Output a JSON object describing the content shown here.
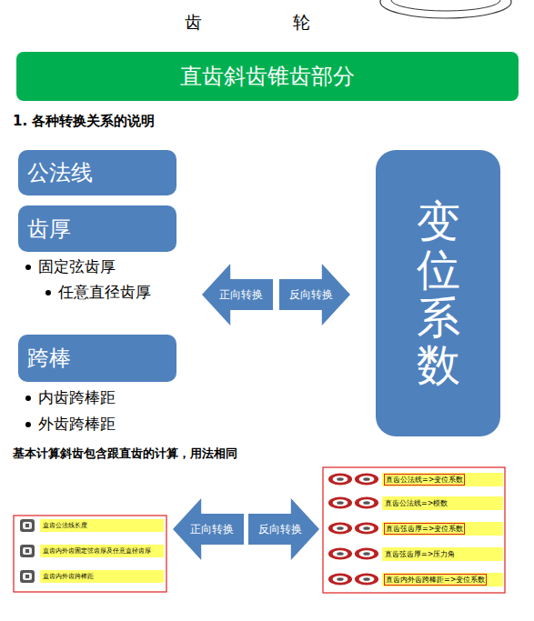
{
  "diagram": {
    "nodes": [
      {
        "text": [
          "直齿斜齿锥齿部分"
        ]
      },
      {
        "text": [
          "公法线"
        ]
      },
      {
        "text": [
          "齿厚"
        ]
      },
      {
        "text": [
          "跨棒"
        ]
      },
      {
        "text": [
          "正向转换"
        ]
      },
      {
        "text": [
          "反向转换"
        ]
      },
      {
        "text": [
          "变位系数"
        ]
      },
      {
        "text": [
          "直齿公法线长度"
        ]
      },
      {
        "text": [
          "直齿内外齿固定弦齿厚及任意直径齿厚"
        ]
      },
      {
        "text": [
          "直齿内外齿跨棒距"
        ]
      },
      {
        "text": [
          "正向转换"
        ]
      },
      {
        "text": [
          "反向转换"
        ]
      },
      {
        "text": [
          "直齿公法线=>变位系数"
        ]
      },
      {
        "text": [
          "直齿公法线=>模数"
        ]
      },
      {
        "text": [
          "直齿弦齿厚=>变位系数"
        ]
      },
      {
        "text": [
          "直齿弦齿厚=>压力角"
        ]
      },
      {
        "text": [
          "直齿内外齿跨棒距=>变位系数"
        ]
      }
    ],
    "labels": [
      "齿",
      "轮",
      "1. 各种转换关系的说明",
      "固定弦齿厚",
      "任意直径齿厚",
      "内齿跨棒距",
      "外齿跨棒距",
      "基本计算斜齿包含跟直齿的计算，用法相同"
    ]
  }
}
